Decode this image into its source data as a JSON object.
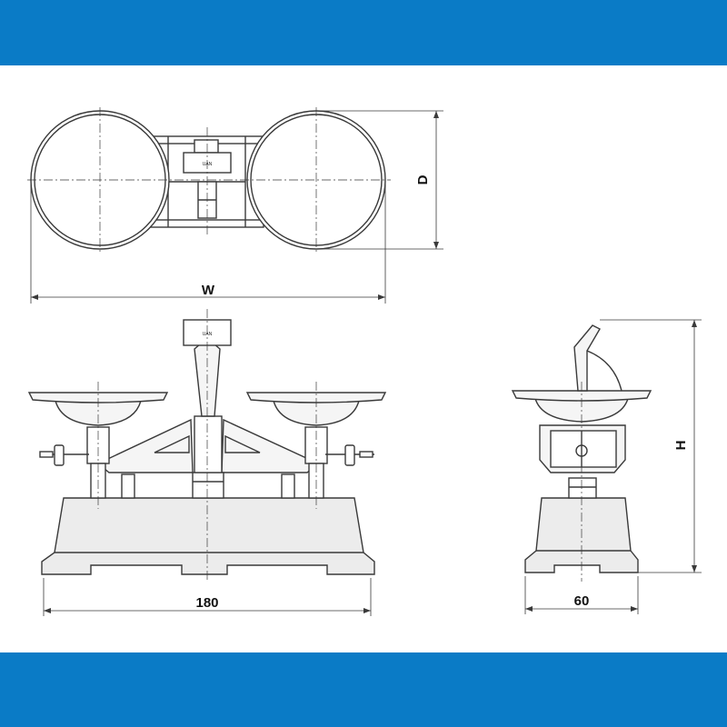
{
  "colors": {
    "band": "#0a7bc6",
    "line": "#3a3a3a",
    "body_fill": "#ececec",
    "pan_fill": "#f5f5f5"
  },
  "dimensions": {
    "width_label": "W",
    "depth_label": "D",
    "front_width": "180",
    "height_label": "H",
    "side_depth": "60"
  },
  "scale_head_text": "UAN"
}
